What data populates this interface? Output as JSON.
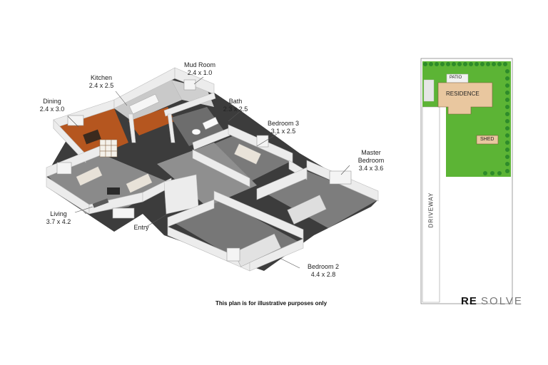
{
  "rooms": {
    "kitchen": {
      "name": "Kitchen",
      "size": "2.4 x 2.5"
    },
    "mud_room": {
      "name": "Mud Room",
      "size": "2.4 x 1.0"
    },
    "dining": {
      "name": "Dining",
      "size": "2.4 x 3.0"
    },
    "bath": {
      "name": "Bath",
      "size": "2.3 x 2.5"
    },
    "bedroom3": {
      "name": "Bedroom 3",
      "size": "3.1 x 2.5"
    },
    "master": {
      "name_line1": "Master",
      "name_line2": "Bedroom",
      "size": "3.4 x 3.6"
    },
    "living": {
      "name": "Living",
      "size": "3.7 x 4.2"
    },
    "entry": {
      "name": "Entry"
    },
    "bedroom2": {
      "name": "Bedroom 2",
      "size": "4.4 x 2.8"
    }
  },
  "disclaimer": "This plan is for illustrative purposes only",
  "site_plan": {
    "patio": "PATIO",
    "residence": "RESIDENCE",
    "shed": "SHED",
    "driveway": "DRIVEWAY"
  },
  "brand": {
    "part1": "RE",
    "part2": "SOLVE"
  },
  "colors": {
    "grass": "#5cb435",
    "hedge": "#2e8b2a",
    "wood": "#b5561f",
    "floor": "#7a7a7a",
    "wall": "#e8e8e8"
  }
}
